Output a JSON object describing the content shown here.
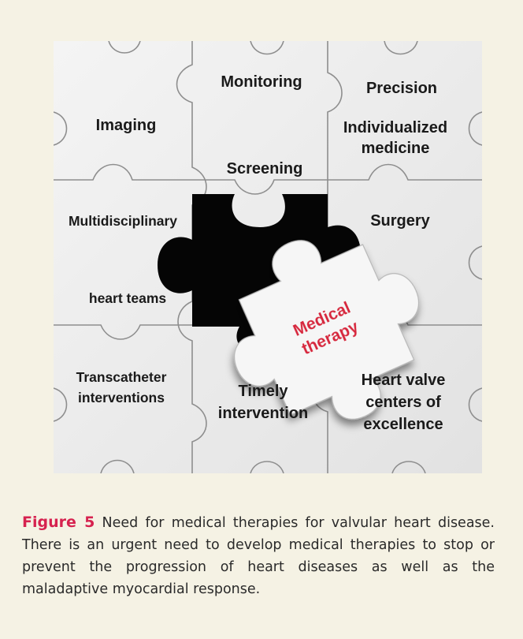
{
  "figure": {
    "puzzle_labels": {
      "monitoring": "Monitoring",
      "precision": "Precision",
      "imaging": "Imaging",
      "individualized_1": "Individualized",
      "individualized_2": "medicine",
      "screening": "Screening",
      "multidisciplinary": "Multidisciplinary",
      "surgery": "Surgery",
      "heart_teams": "heart teams",
      "medical_1": "Medical",
      "medical_2": "therapy",
      "transcatheter_1": "Transcatheter",
      "transcatheter_2": "interventions",
      "timely_1": "Timely",
      "timely_2": "intervention",
      "heartvalve_1": "Heart valve",
      "heartvalve_2": "centers of",
      "heartvalve_3": "excellence"
    },
    "colors": {
      "highlight_text": "#d7263d",
      "caption_label": "#d6224f",
      "panel_background": "#f5f2e4"
    }
  },
  "caption": {
    "label": "Figure 5",
    "text": " Need for medical therapies for valvular heart disease. There is an urgent need to develop medical therapies to stop or prevent the progression of heart diseases as well as the maladaptive myocardial response."
  }
}
